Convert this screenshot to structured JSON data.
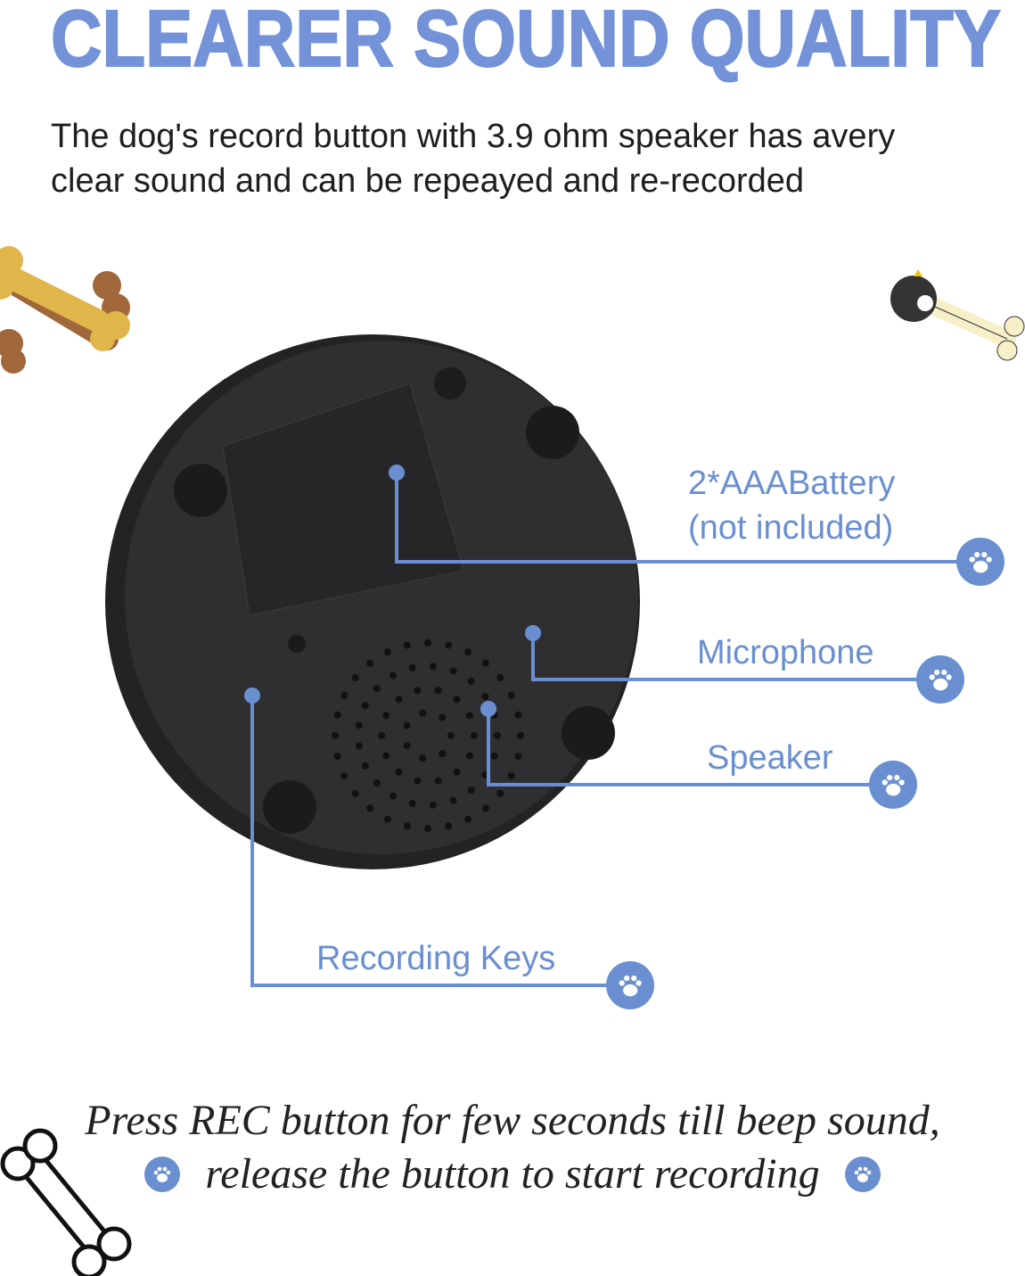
{
  "title": "CLEARER SOUND QUALITY",
  "description": {
    "line1": "The dog's record button with 3.9 ohm speaker has avery",
    "line2": "clear sound and can be repeayed and re-recorded"
  },
  "callouts": {
    "battery_line1": "2*AAABattery",
    "battery_line2": "(not included)",
    "microphone": "Microphone",
    "speaker": "Speaker",
    "recording": "Recording Keys"
  },
  "instructions": {
    "line1": "Press REC button for few seconds till beep sound,",
    "line2": "release the button to start recording"
  },
  "colors": {
    "accent": "#6a8fd0",
    "device": "#2c2c2e",
    "text": "#1e1e1e"
  },
  "icons": [
    "paw-icon",
    "bone-icon"
  ]
}
